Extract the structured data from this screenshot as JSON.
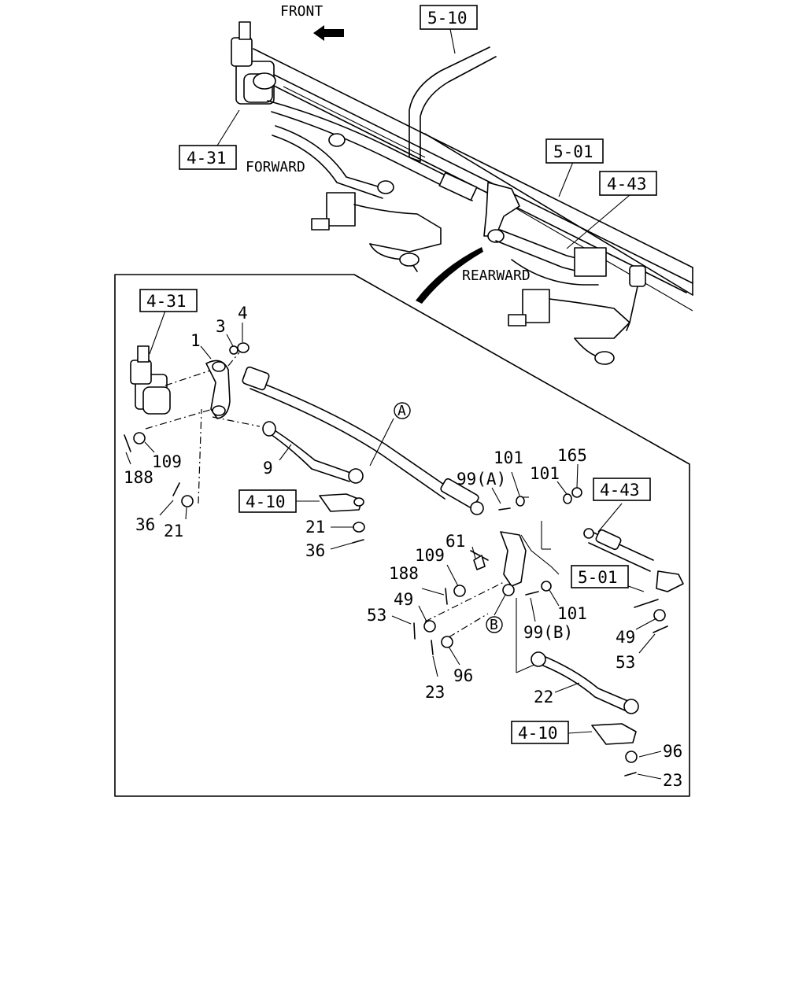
{
  "overview": {
    "direction_label": "FRONT",
    "forward_label": "FORWARD",
    "rearward_label": "REARWARD"
  },
  "refs": {
    "r510": "5-10",
    "r431_top": "4-31",
    "r501_top": "5-01",
    "r443_top": "4-43",
    "r431_detail": "4-31",
    "r410_a": "4-10",
    "r443_detail": "4-43",
    "r501_detail": "5-01",
    "r410_b": "4-10"
  },
  "callouts": {
    "a": "A",
    "b": "B"
  },
  "parts": {
    "p1": "1",
    "p3": "3",
    "p4": "4",
    "p109_a": "109",
    "p188_a": "188",
    "p9": "9",
    "p36_a": "36",
    "p21_a": "21",
    "p21_b": "21",
    "p36_b": "36",
    "p99a": "99(A)",
    "p101_a": "101",
    "p101_b": "101",
    "p165": "165",
    "p61": "61",
    "p109_b": "109",
    "p188_b": "188",
    "p49_a": "49",
    "p53_a": "53",
    "p23_a": "23",
    "p96_a": "96",
    "p99b": "99(B)",
    "p101_c": "101",
    "p49_b": "49",
    "p53_b": "53",
    "p22": "22",
    "p96_b": "96",
    "p23_b": "23"
  }
}
